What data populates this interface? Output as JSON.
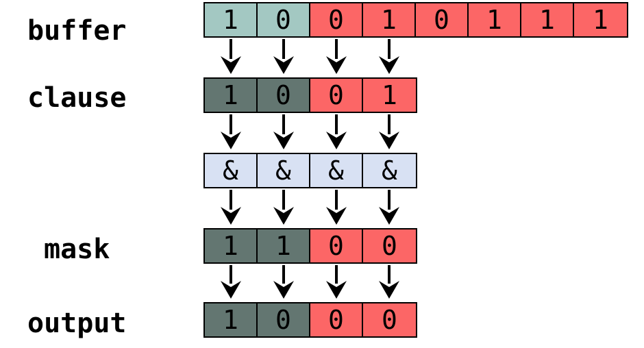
{
  "colors": {
    "light_teal": "#a3c8c2",
    "dark_slate": "#637671",
    "red": "#fc6666",
    "light_blue": "#d8e1f3",
    "ink": "#000000"
  },
  "rows": [
    {
      "label": "buffer",
      "cells": [
        {
          "text": "1",
          "color": "light_teal"
        },
        {
          "text": "0",
          "color": "light_teal"
        },
        {
          "text": "0",
          "color": "red"
        },
        {
          "text": "1",
          "color": "red"
        },
        {
          "text": "0",
          "color": "red"
        },
        {
          "text": "1",
          "color": "red"
        },
        {
          "text": "1",
          "color": "red"
        },
        {
          "text": "1",
          "color": "red"
        }
      ]
    },
    {
      "label": "clause",
      "cells": [
        {
          "text": "1",
          "color": "dark_slate"
        },
        {
          "text": "0",
          "color": "dark_slate"
        },
        {
          "text": "0",
          "color": "red"
        },
        {
          "text": "1",
          "color": "red"
        }
      ]
    },
    {
      "label": "",
      "cells": [
        {
          "text": "&",
          "color": "light_blue"
        },
        {
          "text": "&",
          "color": "light_blue"
        },
        {
          "text": "&",
          "color": "light_blue"
        },
        {
          "text": "&",
          "color": "light_blue"
        }
      ]
    },
    {
      "label": "mask",
      "cells": [
        {
          "text": "1",
          "color": "dark_slate"
        },
        {
          "text": "1",
          "color": "dark_slate"
        },
        {
          "text": "0",
          "color": "red"
        },
        {
          "text": "0",
          "color": "red"
        }
      ]
    },
    {
      "label": "output",
      "cells": [
        {
          "text": "1",
          "color": "dark_slate"
        },
        {
          "text": "0",
          "color": "dark_slate"
        },
        {
          "text": "0",
          "color": "red"
        },
        {
          "text": "0",
          "color": "red"
        }
      ]
    }
  ],
  "arrow_columns": 4
}
